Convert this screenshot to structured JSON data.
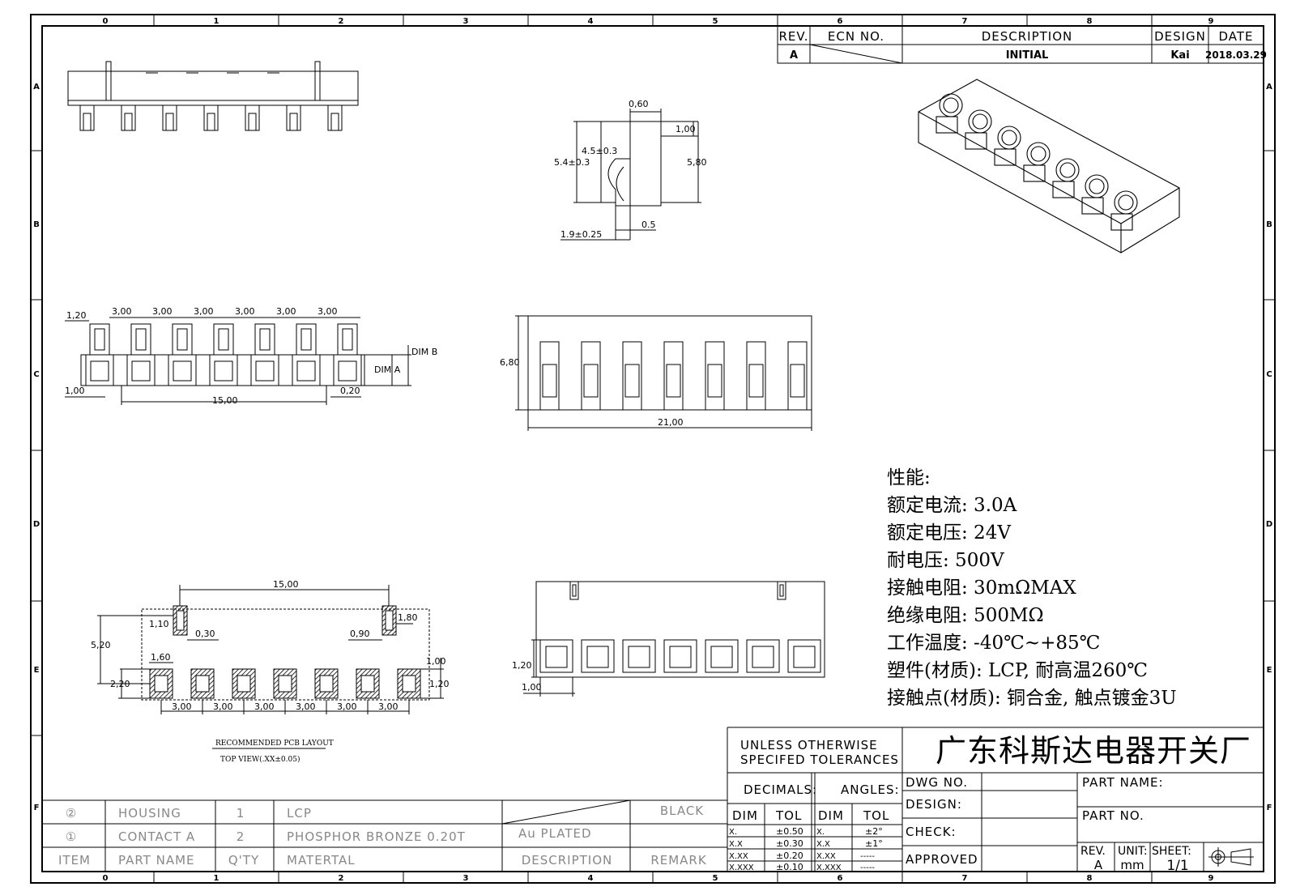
{
  "grid": {
    "columns": [
      "0",
      "1",
      "2",
      "3",
      "4",
      "5",
      "6",
      "7",
      "8",
      "9"
    ],
    "rows": [
      "A",
      "B",
      "C",
      "D",
      "E",
      "F"
    ]
  },
  "revision_table": {
    "headers": {
      "rev": "REV.",
      "ecn": "ECN NO.",
      "description": "DESCRIPTION",
      "design": "DESIGN",
      "date": "DATE"
    },
    "row": {
      "rev": "A",
      "description": "INITIAL",
      "design": "Kai",
      "date": "2018.03.29"
    }
  },
  "dims": {
    "side": {
      "d060": "0,60",
      "d100": "1,00",
      "d45": "4.5±0.3",
      "d54": "5.4±0.3",
      "d580": "5,80",
      "d05": "0.5",
      "d19": "1.9±0.25"
    },
    "top": {
      "d120": "1,20",
      "pitch": "3,00",
      "d100": "1,00",
      "d15": "15,00",
      "d020": "0,20",
      "dimA": "DIM A",
      "dimB": "DIM B"
    },
    "front": {
      "d680": "6,80",
      "d21": "21,00"
    },
    "pcb": {
      "d15": "15,00",
      "d110": "1,10",
      "d030": "0,30",
      "d090": "0,90",
      "d180": "1,80",
      "d520": "5,20",
      "d160": "1,60",
      "d220": "2,20",
      "d100": "1,00",
      "d120": "1,20",
      "pitch": "3,00"
    },
    "rear": {
      "d120": "1,20",
      "d100": "1,00"
    }
  },
  "pcb_caption": {
    "line1": "RECOMMENDED PCB LAYOUT",
    "line2": "TOP VIEW(.XX±0.05)"
  },
  "specs": {
    "title": "性能:",
    "lines": [
      "额定电流: 3.0A",
      "额定电压: 24V",
      "耐电压: 500V",
      "接触电阻: 30mΩMAX",
      "绝缘电阻: 500MΩ",
      "工作温度: -40℃~+85℃",
      "塑件(材质): LCP, 耐高温260℃",
      "接触点(材质): 铜合金, 触点镀金3U"
    ]
  },
  "bom": {
    "rows": [
      {
        "item": "②",
        "name": "HOUSING",
        "qty": "1",
        "material": "LCP",
        "description": "",
        "remark": "BLACK"
      },
      {
        "item": "①",
        "name": "CONTACT A",
        "qty": "2",
        "material": "PHOSPHOR BRONZE 0.20T",
        "description": "Au PLATED",
        "remark": ""
      }
    ],
    "headers": {
      "item": "ITEM",
      "name": "PART NAME",
      "qty": "Q'TY",
      "material": "MATERTAL",
      "description": "DESCRIPTION",
      "remark": "REMARK"
    }
  },
  "title_block": {
    "tolerance_note": [
      "UNLESS OTHERWISE",
      "SPECIFED TOLERANCES"
    ],
    "decimals": "DECIMALS:",
    "angles": "ANGLES:",
    "dim": "DIM",
    "tol": "TOL",
    "decimal_rows": [
      [
        "X.",
        "±0.50"
      ],
      [
        "X.X",
        "±0.30"
      ],
      [
        "X.XX",
        "±0.20"
      ],
      [
        "X.XXX",
        "±0.10"
      ]
    ],
    "angle_rows": [
      [
        "X.",
        "±2°"
      ],
      [
        "X.X",
        "±1°"
      ],
      [
        "X.XX",
        "-----"
      ],
      [
        "X.XXX",
        "-----"
      ]
    ],
    "company": "广东科斯达电器开关厂",
    "dwg_no": "DWG NO.",
    "design": "DESIGN:",
    "check": "CHECK:",
    "approved": "APPROVED",
    "part_name": "PART NAME:",
    "part_no": "PART NO.",
    "rev_label": "REV.",
    "rev": "A",
    "unit_label": "UNIT:",
    "unit": "mm",
    "sheet_label": "SHEET:",
    "sheet": "1/1"
  }
}
